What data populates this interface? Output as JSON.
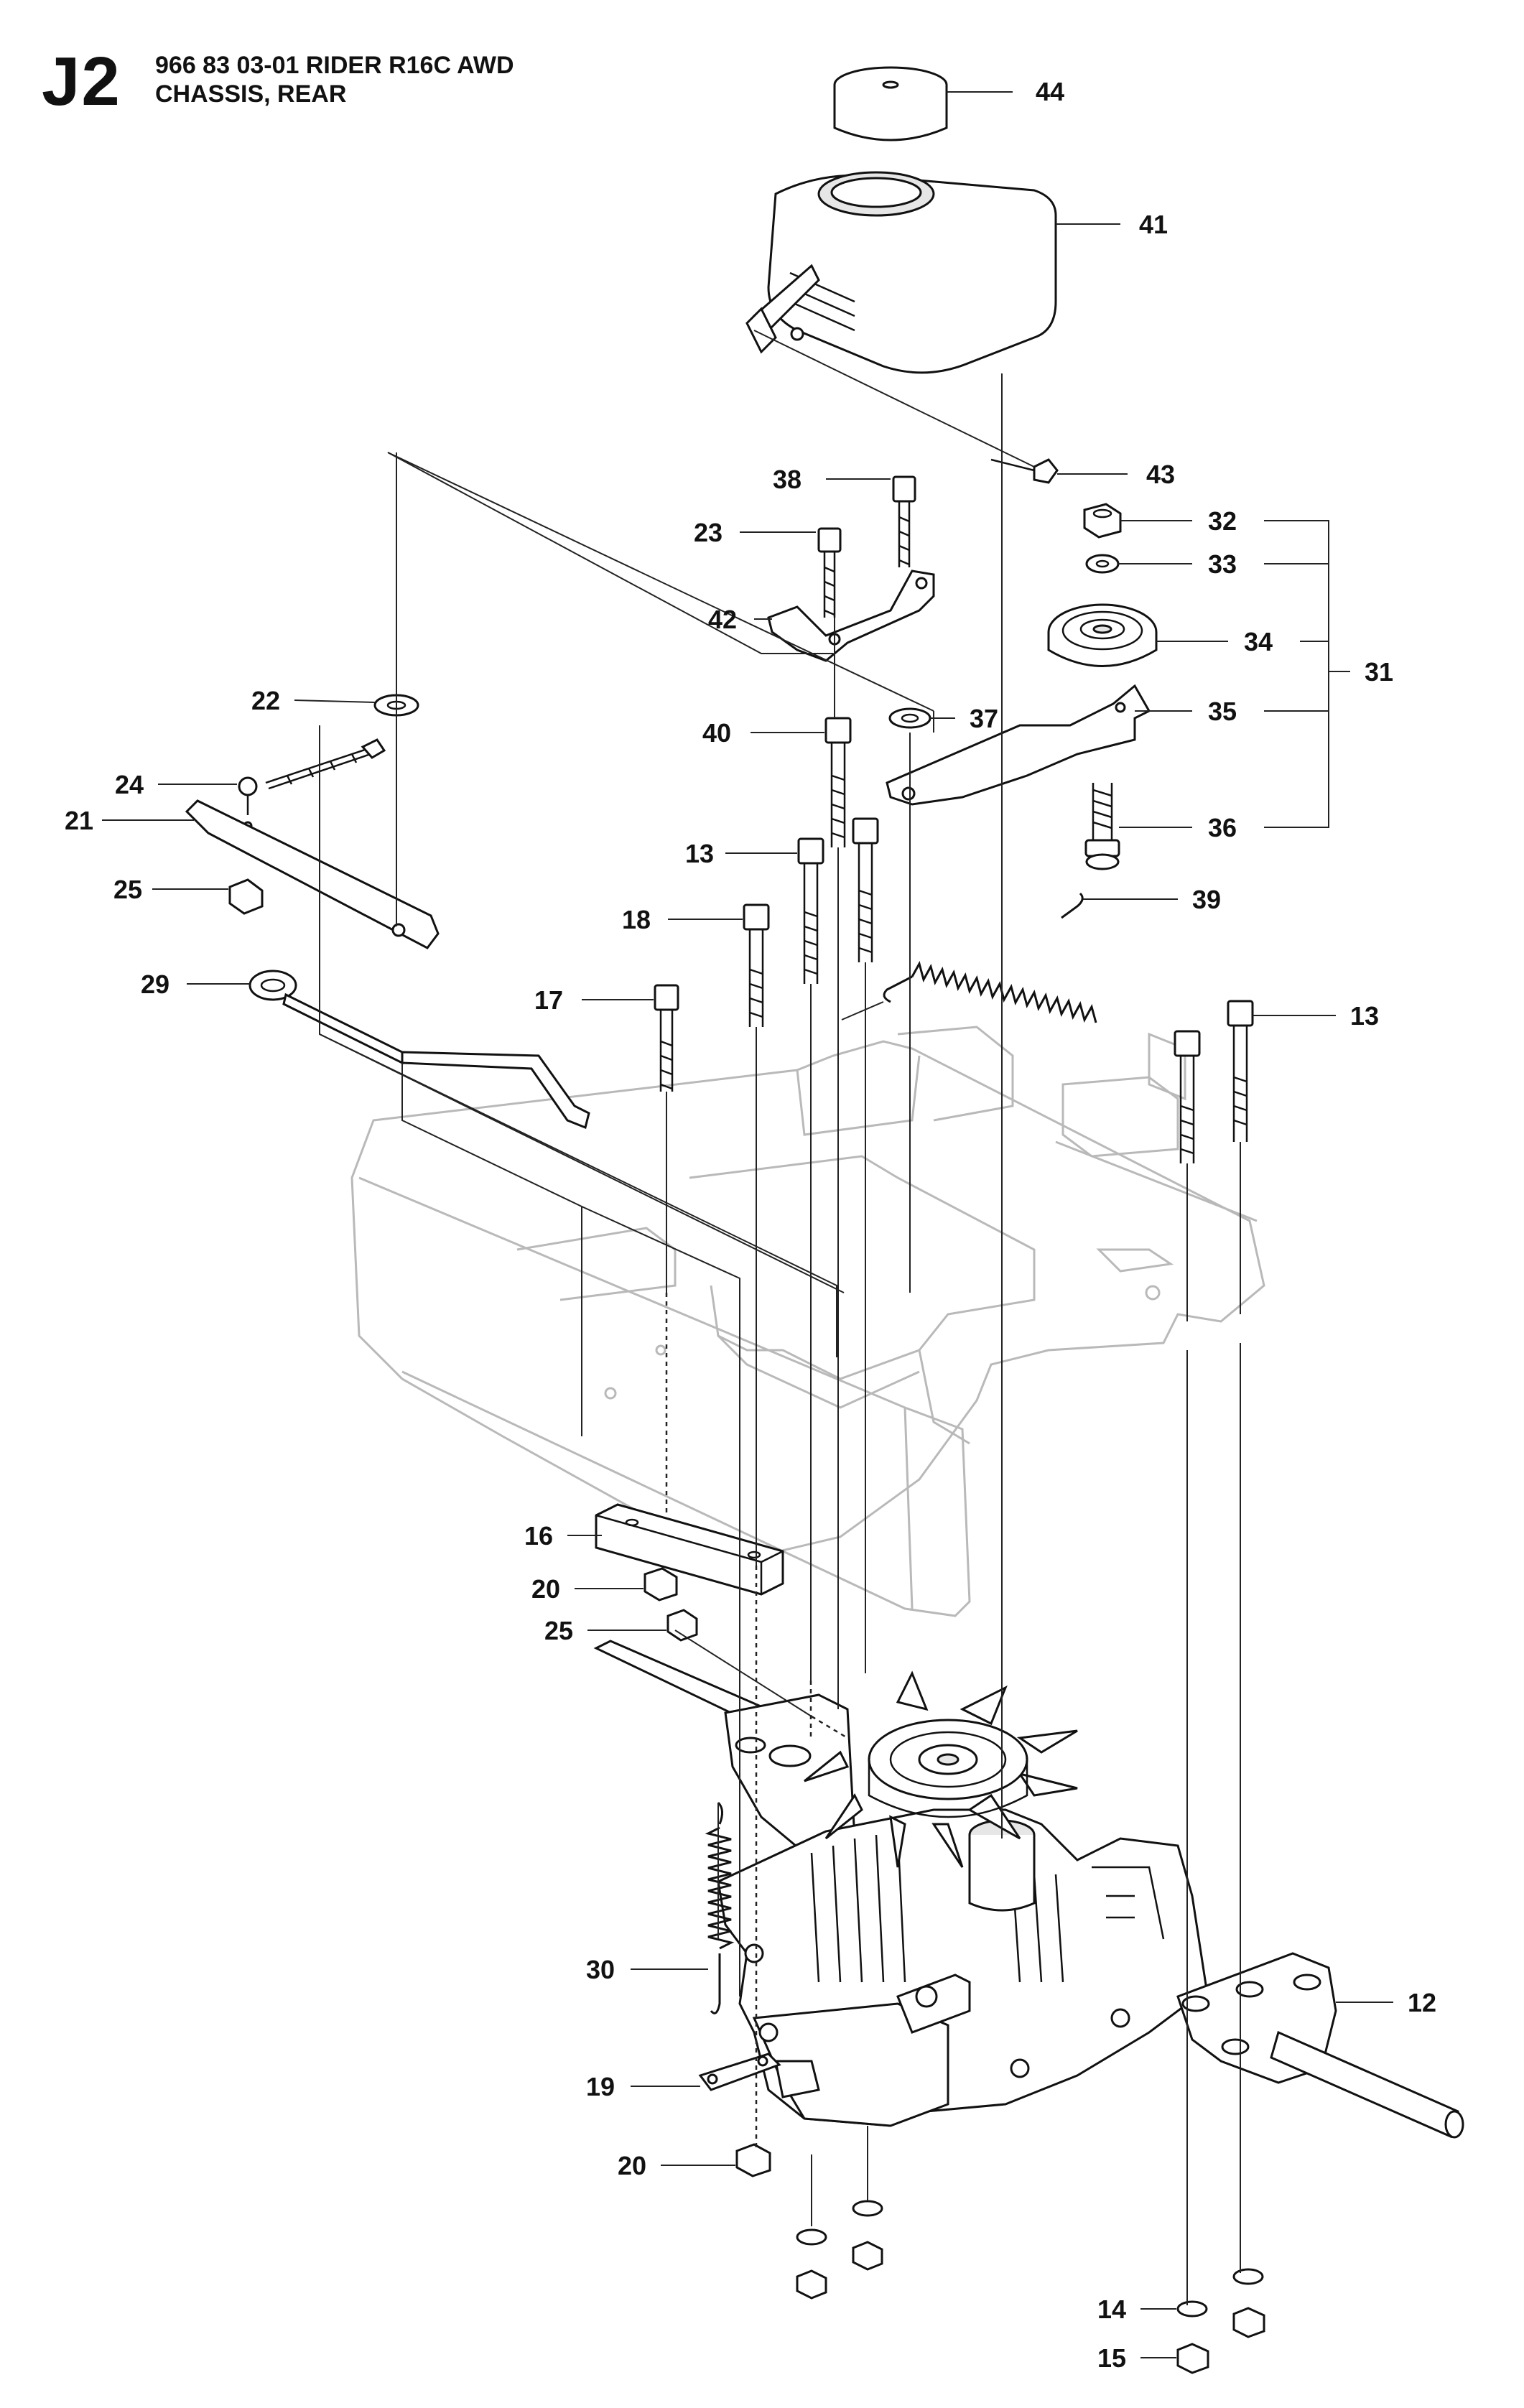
{
  "header": {
    "code": "J2",
    "line1": "966 83 03-01 RIDER R16C AWD",
    "line2": "CHASSIS, REAR"
  },
  "callouts": {
    "c44": "44",
    "c41": "41",
    "c43": "43",
    "c38": "38",
    "c23": "23",
    "c42": "42",
    "c32": "32",
    "c33": "33",
    "c34": "34",
    "c31": "31",
    "c35": "35",
    "c36": "36",
    "c22": "22",
    "c37": "37",
    "c40": "40",
    "c24": "24",
    "c21": "21",
    "c25a": "25",
    "c13a": "13",
    "c39": "39",
    "c18": "18",
    "c29": "29",
    "c17": "17",
    "c13b": "13",
    "c16": "16",
    "c20a": "20",
    "c25b": "25",
    "c12": "12",
    "c30": "30",
    "c19": "19",
    "c20b": "20",
    "c14": "14",
    "c15": "15"
  },
  "colors": {
    "ink": "#111111",
    "ghost": "#b9b9b9",
    "paper": "#ffffff"
  }
}
